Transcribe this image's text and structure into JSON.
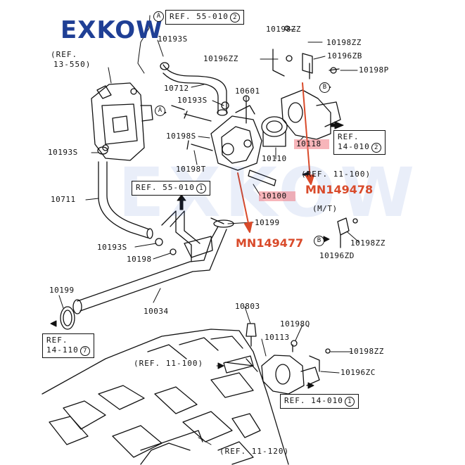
{
  "brand": {
    "logo_text": "EXKOW",
    "watermark_text": "EXKOW"
  },
  "labels": {
    "p10193s_top": "10193S",
    "p10712": "10712",
    "p10196zz_top": "10196ZZ",
    "p10198zz_a": "10198ZZ",
    "p10198zz_b": "10198ZZ",
    "p10196zb": "10196ZB",
    "p10198p": "10198P",
    "p10601": "10601",
    "p10193s_mid": "10193S",
    "p10198s": "10198S",
    "p10198t": "10198T",
    "p10110": "10110",
    "p10118": "10118",
    "p10100": "10100",
    "p10193s_left": "10193S",
    "p10711": "10711",
    "p10199_mid": "10199",
    "p10193s_low": "10193S",
    "p10198": "10198",
    "p10199_left": "10199",
    "p10034": "10034",
    "p10198zz_mt": "10198ZZ",
    "p10196zd": "10196ZD",
    "p10803": "10803",
    "p10198q": "10198Q",
    "p10113": "10113",
    "p10198zz_low": "10198ZZ",
    "p10196zc": "10196ZC",
    "mt": "(M/T)"
  },
  "refs": {
    "r_55_010_2": {
      "text": "REF. 55-010",
      "num": "2"
    },
    "r_13_550_line1": "(REF.",
    "r_13_550_line2": "13-550)",
    "r_14_010_2_line1": "REF.",
    "r_14_010_2_line2": "14-010",
    "r_14_010_2_num": "2",
    "r_55_010_1": {
      "text": "REF. 55-010",
      "num": "1"
    },
    "r_11_100_top": "(REF. 11-100)",
    "r_14_110_7_line1": "REF.",
    "r_14_110_7_line2": "14-110",
    "r_14_110_7_num": "7",
    "r_11_100_low": "(REF. 11-100)",
    "r_14_010_1": {
      "text": "REF. 14-010",
      "num": "1"
    },
    "r_11_120": "(REF. 11-120)"
  },
  "marks": {
    "a_top": "A",
    "a_mid": "A",
    "b_top": "B",
    "b_low": "B"
  },
  "callouts": {
    "mn149478": "MN149478",
    "mn149477": "MN149477",
    "color": "#d94a2a",
    "highlight_color": "#f07882"
  },
  "colors": {
    "logo": "#1f3f95",
    "line": "#111111"
  }
}
